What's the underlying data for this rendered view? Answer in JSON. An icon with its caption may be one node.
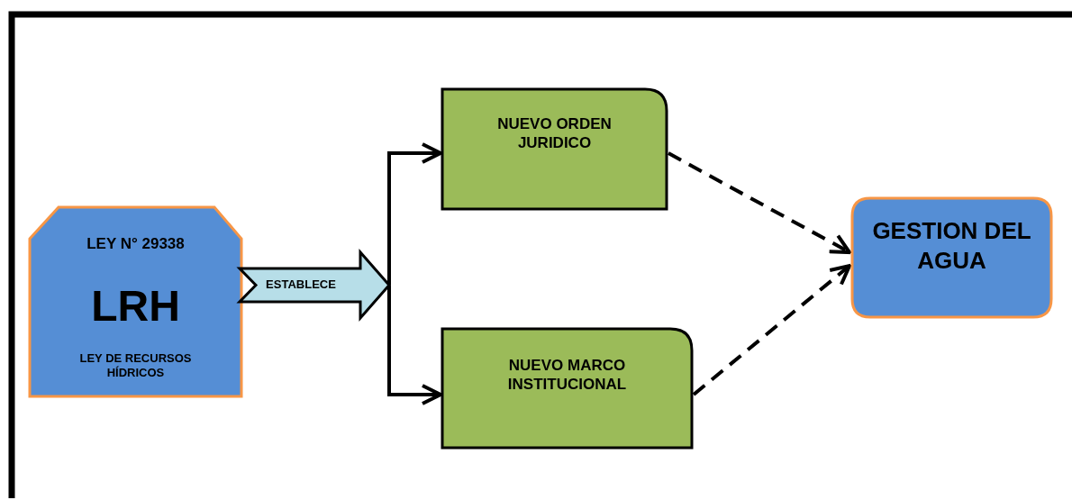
{
  "diagram": {
    "nodes": [
      {
        "text": [
          "LEY N° 29338",
          "LRH",
          "LEY DE RECURSOS HÍDRICOS"
        ]
      },
      {
        "text": [
          "ESTABLECE"
        ]
      },
      {
        "text": [
          "NUEVO ORDEN JURIDICO"
        ]
      },
      {
        "text": [
          "NUEVO MARCO INSTITUCIONAL"
        ]
      },
      {
        "text": [
          "GESTION DEL AGUA"
        ]
      }
    ],
    "edges": [
      {
        "from": 1,
        "to": 2,
        "arrow": "to"
      },
      {
        "from": 1,
        "to": 3,
        "arrow": "to"
      },
      {
        "from": 2,
        "to": 4,
        "arrow": "to",
        "style": "dashed"
      },
      {
        "from": 3,
        "to": 4,
        "arrow": "to",
        "style": "dashed"
      }
    ]
  }
}
